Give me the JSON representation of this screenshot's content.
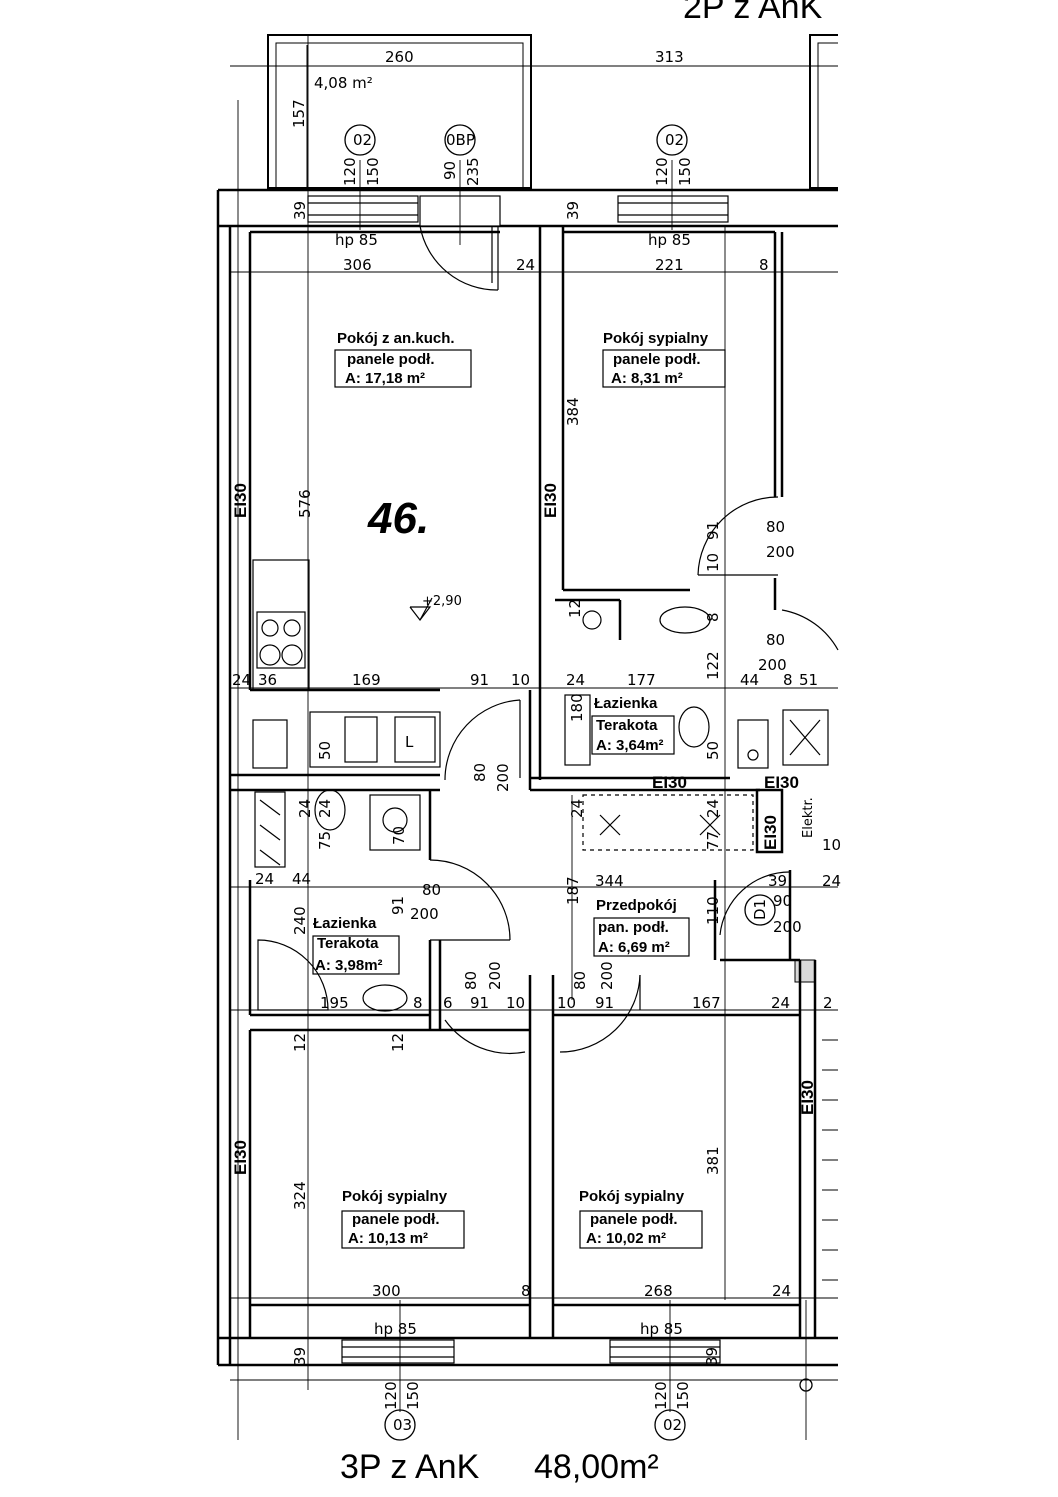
{
  "header": {
    "top_label": "2P z AnK"
  },
  "unit_number": "46.",
  "level_mark": "+2,90",
  "footer": {
    "type_label": "3P z AnK",
    "area_label": "48,00m²"
  },
  "balcony": {
    "area": "4,08 m²"
  },
  "rooms": [
    {
      "name": "Pokój z an.kuch.",
      "floor": "panele podł.",
      "area": "A: 17,18 m²"
    },
    {
      "name": "Pokój sypialny",
      "floor": "panele podł.",
      "area": "A: 8,31 m²"
    },
    {
      "name": "Łazienka",
      "floor": "Terakota",
      "area": "A: 3,64m²"
    },
    {
      "name": "Łazienka",
      "floor": "Terakota",
      "area": "A: 3,98m²"
    },
    {
      "name": "Przedpokój",
      "floor": "pan. podł.",
      "area": "A: 6,69 m²"
    },
    {
      "name": "Pokój sypialny",
      "floor": "panele podł.",
      "area": "A: 10,13 m²"
    },
    {
      "name": "Pokój sypialny",
      "floor": "panele podł.",
      "area": "A: 10,02 m²"
    }
  ],
  "wall_ratings": [
    "EI30",
    "EI30",
    "EI30",
    "EI30",
    "EI30",
    "EI30",
    "EI30"
  ],
  "window_tags": [
    "02",
    "0BP",
    "02",
    "03",
    "02",
    "D1"
  ],
  "dims": {
    "d260": "260",
    "d313": "313",
    "d157": "157",
    "d120a": "120",
    "d150a": "150",
    "d90a": "90",
    "d235": "235",
    "d120b": "120",
    "d150b": "150",
    "d39a": "39",
    "d39b": "39",
    "hp85a": "hp 85",
    "hp85b": "hp 85",
    "d306": "306",
    "d24a": "24",
    "d221": "221",
    "d8a": "8",
    "d576": "576",
    "d384": "384",
    "d91a": "91",
    "d10a": "10",
    "d80a": "80",
    "d200a": "200",
    "d12a": "12",
    "d8b": "8",
    "d80b": "80",
    "d200b": "200",
    "d24b": "24",
    "d36": "36",
    "d169": "169",
    "d91b": "91",
    "d10b": "10",
    "d24c": "24",
    "d177": "177",
    "d122": "122",
    "d44a": "44",
    "d8c": "8",
    "d51": "51",
    "d180": "180",
    "d50a": "50",
    "d50b": "50",
    "d80c": "80",
    "d200c": "200",
    "d24d": "24",
    "d24e": "24",
    "d75": "75",
    "d70": "70",
    "d24f": "24",
    "d77": "77",
    "d24g": "24",
    "d24h": "24",
    "d44b": "44",
    "d80d": "80",
    "d91c": "91",
    "d200d": "200",
    "d187": "187",
    "d344": "344",
    "d39c": "39",
    "d90b": "90",
    "d24i": "24",
    "d200e": "200",
    "d240": "240",
    "d110": "110",
    "d80e": "80",
    "d200f": "200",
    "d80f": "80",
    "d200g": "200",
    "d195": "195",
    "d8d": "8",
    "d6": "6",
    "d91d": "91",
    "d10c": "10",
    "d10d": "10",
    "d91e": "91",
    "d167": "167",
    "d24j": "24",
    "d2": "2",
    "d12b": "12",
    "d12c": "12",
    "d324": "324",
    "d381": "381",
    "d300": "300",
    "d8e": "8",
    "d268": "268",
    "d24k": "24",
    "hp85c": "hp 85",
    "hp85d": "hp 85",
    "d39d": "39",
    "d39e": "39",
    "d120c": "120",
    "d150c": "150",
    "d120d": "120",
    "d150d": "150",
    "d10e": "10"
  },
  "fixtures": {
    "fridge_label": "L",
    "elec_label": "Elektr."
  }
}
